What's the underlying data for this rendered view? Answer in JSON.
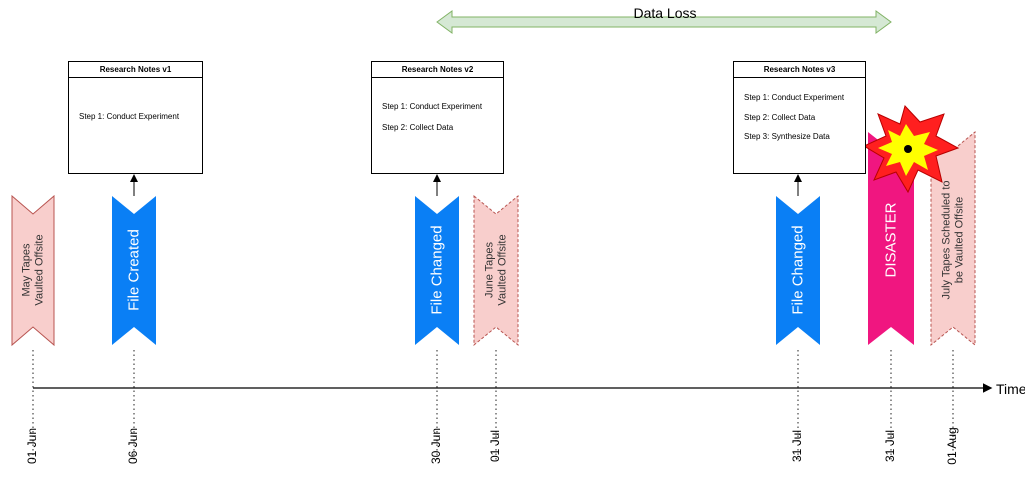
{
  "data_loss": {
    "label": "Data Loss"
  },
  "axis": {
    "label": "Time"
  },
  "notes": [
    {
      "title": "Research Notes v1",
      "steps": [
        "Step 1: Conduct Experiment"
      ]
    },
    {
      "title": "Research Notes v2",
      "steps": [
        "Step 1: Conduct Experiment",
        "Step 2: Collect Data"
      ]
    },
    {
      "title": "Research Notes v3",
      "steps": [
        "Step 1: Conduct Experiment",
        "Step 2: Collect Data",
        "Step 3: Synthesize Data"
      ]
    }
  ],
  "events": {
    "may_tapes": "May Tapes\nVaulted Offsite",
    "file_created": "File Created",
    "file_changed_1": "File Changed",
    "june_tapes": "June Tapes\nVaulted Offsite",
    "file_changed_2": "File Changed",
    "disaster": "DISASTER",
    "july_tapes": "July Tapes Scheduled to\nbe Vaulted Offsite"
  },
  "dates": [
    "01 Jun",
    "06 Jun",
    "30 Jun",
    "01 Jul",
    "31 Jul",
    "31 Jul",
    "01 Aug"
  ],
  "colors": {
    "file_event": "#0a7ff5",
    "disaster": "#f01680",
    "tape": "#f8cecc",
    "tape_border": "#b85450",
    "data_loss_fill": "#d5e8d4",
    "data_loss_stroke": "#82b366",
    "explosion_outer": "#ff1f1f",
    "explosion_inner": "#ffff00"
  }
}
